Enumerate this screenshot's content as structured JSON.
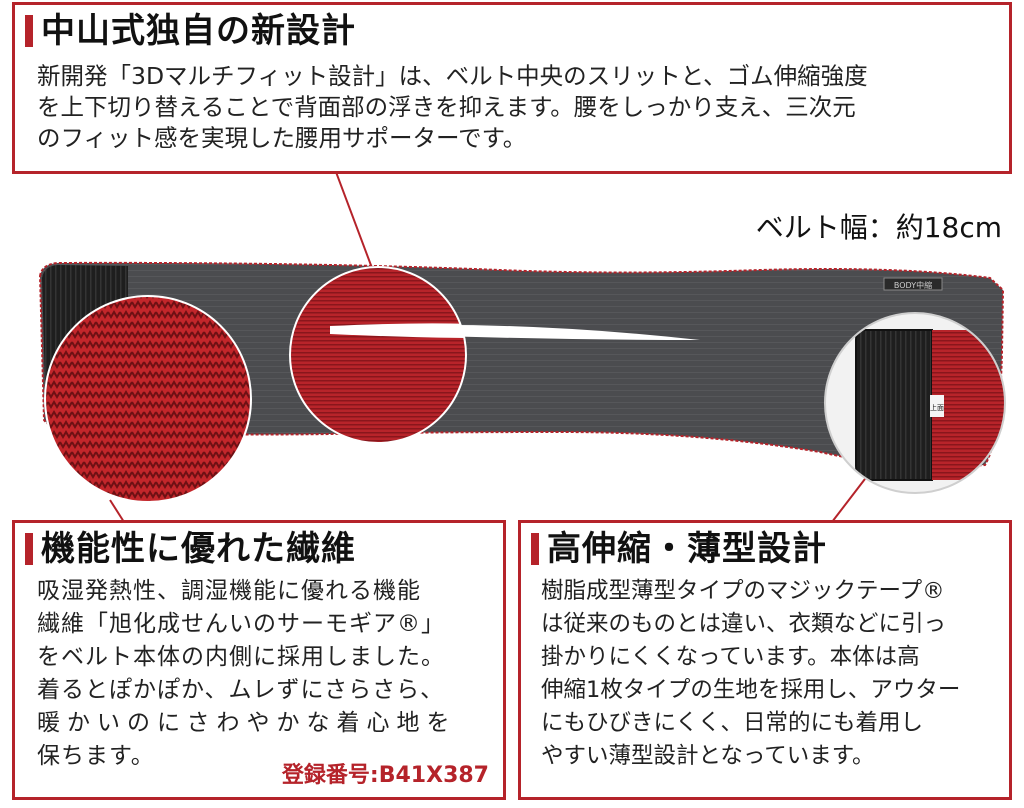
{
  "top": {
    "title": "中山式独自の新設計",
    "lines": [
      "新開発「3Dマルチフィット設計」は、ベルト中央のスリットと、ゴム伸縮強度",
      "を上下切り替えることで背面部の浮きを抑えます。腰をしっかり支え、三次元",
      "のフィット感を実現した腰用サポーターです。"
    ]
  },
  "belt_width": "ベルト幅：約18cm",
  "belt_tag": "BODY中縮",
  "tab_tag": "上面",
  "left": {
    "title": "機能性に優れた繊維",
    "lines": [
      "吸湿発熱性、調湿機能に優れる機能",
      "繊維「旭化成せんいのサーモギア®」",
      "をベルト本体の内側に採用しました。",
      "着るとぽかぽか、ムレずにさらさら、",
      "暖かいのにさわやかな着心地を",
      "保ちます。"
    ],
    "registration": "登録番号:B41X387"
  },
  "right": {
    "title": "高伸縮・薄型設計",
    "lines": [
      "樹脂成型薄型タイプのマジックテープ®",
      "は従来のものとは違い、衣類などに引っ",
      "掛かりにくくなっています。本体は高",
      "伸縮1枚タイプの生地を採用し、アウター",
      "にもひびきにくく、日常的にも着用し",
      "やすい薄型設計となっています。"
    ]
  },
  "colors": {
    "accent": "#b5232a",
    "belt": "#4a4b4e",
    "knit": "#c3262b",
    "velcro": "#1c1c1c"
  }
}
